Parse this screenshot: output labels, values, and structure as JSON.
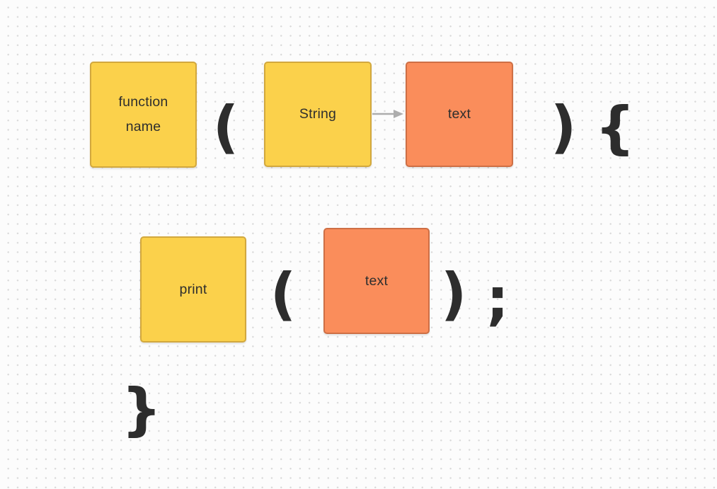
{
  "canvas": {
    "background_color": "#FCFCFC",
    "dot_color": "#D8D8D8"
  },
  "colors": {
    "yellow_fill": "#FBD14B",
    "yellow_border": "#D2A83E",
    "orange_fill": "#FA8D5B",
    "orange_border": "#CE6F45",
    "block_text": "#2E2E2E",
    "glyph_text": "#2D2D2D",
    "arrow": "#ADADAD"
  },
  "blocks": {
    "function_name": {
      "label": "function name",
      "color": "yellow"
    },
    "string_param": {
      "label": "String",
      "color": "yellow"
    },
    "text_arg": {
      "label": "text",
      "color": "orange"
    },
    "print": {
      "label": "print",
      "color": "yellow"
    },
    "text_value": {
      "label": "text",
      "color": "orange"
    }
  },
  "glyphs": {
    "open_paren_top": "(",
    "close_paren_top": ")",
    "open_brace": "{",
    "open_paren_bottom": "(",
    "close_paren_bottom": ")",
    "semicolon": ";",
    "close_brace": "}"
  },
  "icons": {
    "arrow_right": "→"
  }
}
